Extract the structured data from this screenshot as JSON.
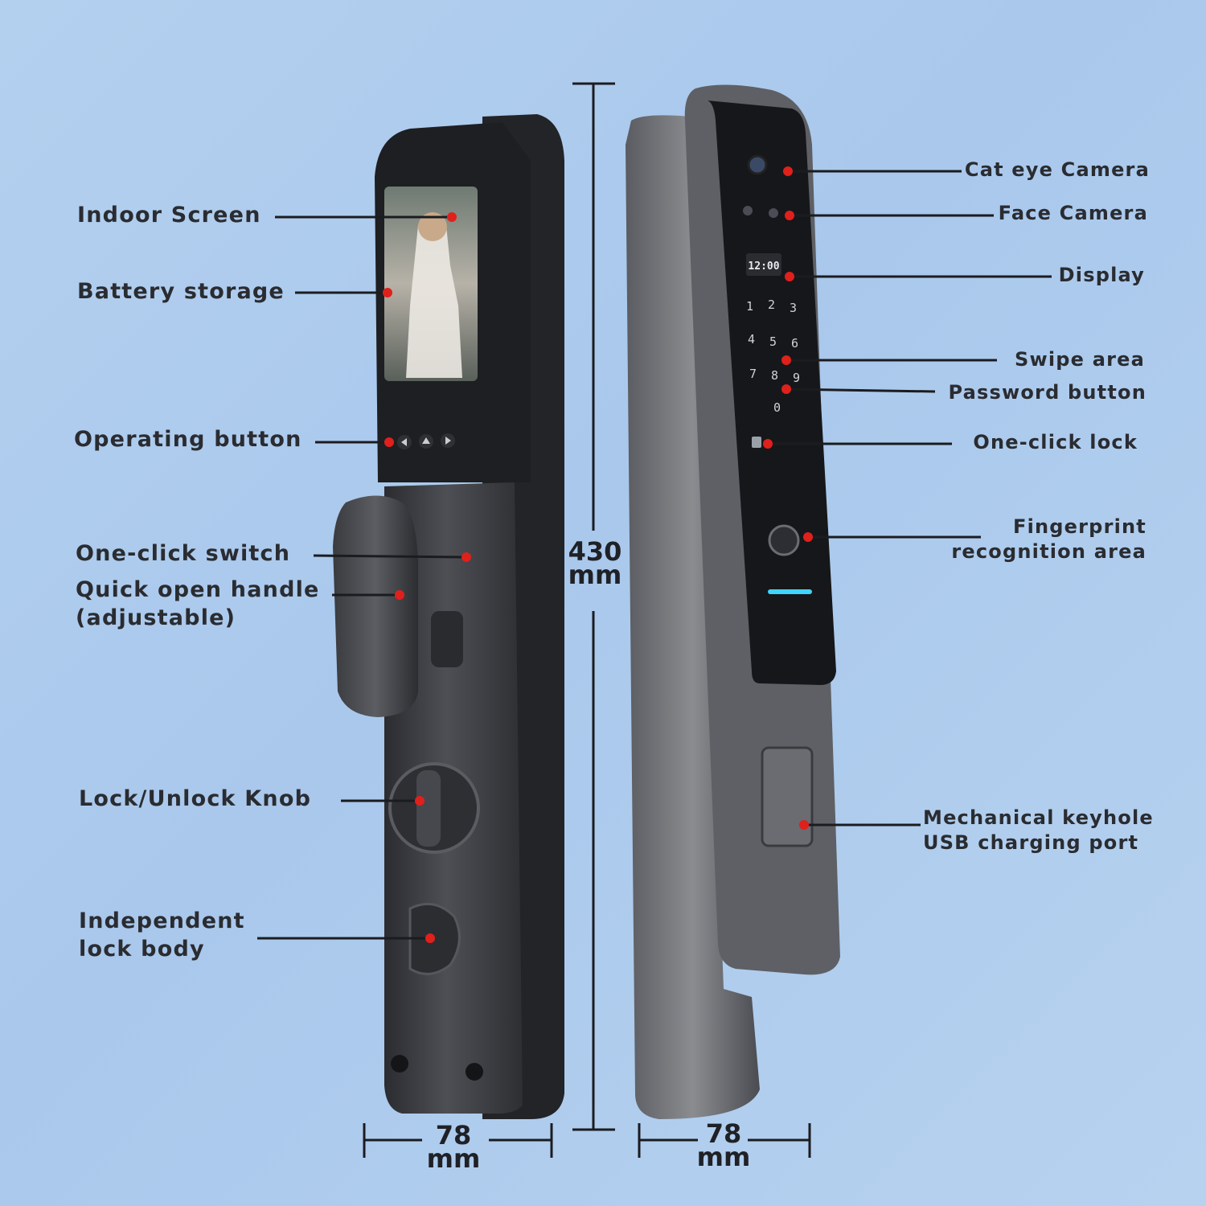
{
  "colors": {
    "background": "#b4d0ef",
    "body_dark": "#3a3b3f",
    "body_mid": "#55575c",
    "panel_black": "#17181b",
    "callout_line": "#1b1c20",
    "callout_dot": "#e0201b",
    "label_text": "#2a2c31",
    "fingerprint_led": "#3fd3ff"
  },
  "icons": {
    "screen_buttons": [
      "back-arrow-icon",
      "up-arrow-icon",
      "forward-arrow-icon"
    ],
    "front_sensors": [
      "camera-lens-icon",
      "fingerprint-icon",
      "lock-icon"
    ]
  },
  "device": {
    "lcd_text": "12:00",
    "keypad": [
      "1",
      "2",
      "3",
      "4",
      "5",
      "6",
      "7",
      "8",
      "9",
      "0"
    ]
  },
  "labels_left": {
    "indoor_screen": "Indoor Screen",
    "battery_storage": "Battery storage",
    "operating_button": "Operating button",
    "one_click_switch": "One-click switch",
    "quick_open_handle": [
      "Quick open handle",
      "(adjustable)"
    ],
    "lock_unlock_knob": "Lock/Unlock Knob",
    "independent_lock_body": [
      "Independent",
      "lock body"
    ]
  },
  "labels_right": {
    "cat_eye_camera": "Cat eye Camera",
    "face_camera": "Face Camera",
    "display": "Display",
    "swipe_area": "Swipe area",
    "password_button": "Password button",
    "one_click_lock": "One-click lock",
    "fingerprint": [
      "Fingerprint",
      "recognition area"
    ],
    "keyhole_usb": [
      "Mechanical keyhole",
      "USB charging port"
    ]
  },
  "dimensions": {
    "height": [
      "430",
      "mm"
    ],
    "width_left": [
      "78",
      "mm"
    ],
    "width_right": [
      "78",
      "mm"
    ]
  }
}
